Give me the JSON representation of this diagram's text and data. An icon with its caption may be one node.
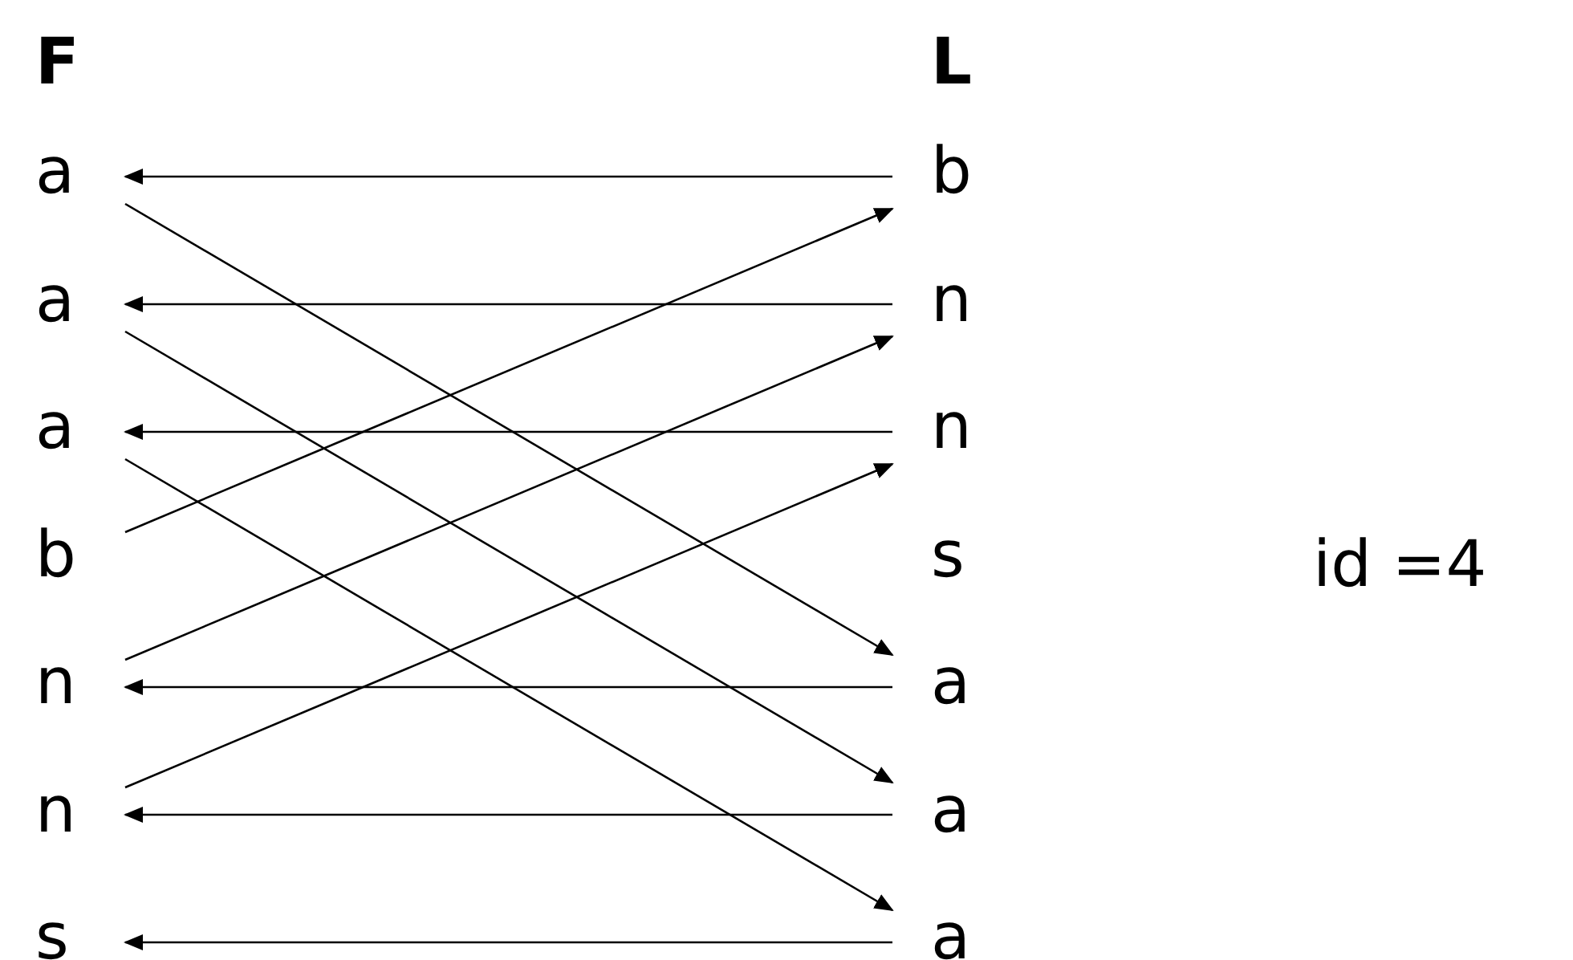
{
  "diagram": {
    "nodes": [
      {
        "text": [
          "a"
        ]
      },
      {
        "text": [
          "a"
        ]
      },
      {
        "text": [
          "a"
        ]
      },
      {
        "text": [
          "b"
        ]
      },
      {
        "text": [
          "n"
        ]
      },
      {
        "text": [
          "n"
        ]
      },
      {
        "text": [
          "s"
        ]
      },
      {
        "text": [
          "b"
        ]
      },
      {
        "text": [
          "n"
        ]
      },
      {
        "text": [
          "n"
        ]
      },
      {
        "text": [
          "s"
        ]
      },
      {
        "text": [
          "a"
        ]
      },
      {
        "text": [
          "a"
        ]
      },
      {
        "text": [
          "a"
        ]
      }
    ],
    "edges": [
      {
        "from": 7,
        "to": 0,
        "arrow": "to"
      },
      {
        "from": 8,
        "to": 1,
        "arrow": "to"
      },
      {
        "from": 9,
        "to": 2,
        "arrow": "to"
      },
      {
        "from": 11,
        "to": 4,
        "arrow": "to"
      },
      {
        "from": 12,
        "to": 5,
        "arrow": "to"
      },
      {
        "from": 13,
        "to": 6,
        "arrow": "to"
      },
      {
        "from": 0,
        "to": 11,
        "arrow": "to"
      },
      {
        "from": 1,
        "to": 12,
        "arrow": "to"
      },
      {
        "from": 2,
        "to": 13,
        "arrow": "to"
      },
      {
        "from": 3,
        "to": 7,
        "arrow": "to"
      },
      {
        "from": 4,
        "to": 8,
        "arrow": "to"
      },
      {
        "from": 5,
        "to": 9,
        "arrow": "to"
      }
    ],
    "labels": [
      "F",
      "L",
      "id =4"
    ]
  }
}
